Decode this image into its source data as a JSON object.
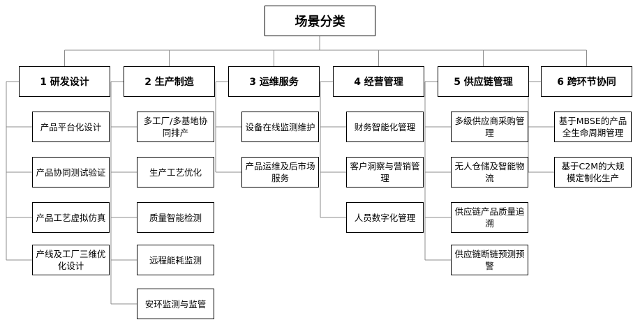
{
  "root": "场景分类",
  "categories": [
    {
      "title": "1 研发设计",
      "items": [
        "产品平台化设计",
        "产品协同测试验证",
        "产品工艺虚拟仿真",
        "产线及工厂三维优化设计"
      ]
    },
    {
      "title": "2 生产制造",
      "items": [
        "多工厂/多基地协同排产",
        "生产工艺优化",
        "质量智能检测",
        "远程能耗监测",
        "安环监测与监管"
      ]
    },
    {
      "title": "3 运维服务",
      "items": [
        "设备在线监测维护",
        "产品运维及后市场服务"
      ]
    },
    {
      "title": "4 经营管理",
      "items": [
        "财务智能化管理",
        "客户洞察与营销管理",
        "人员数字化管理"
      ]
    },
    {
      "title": "5 供应链管理",
      "items": [
        "多级供应商采购管理",
        "无人仓储及智能物流",
        "供应链产品质量追溯",
        "供应链断链预测预警"
      ]
    },
    {
      "title": "6 跨环节协同",
      "items": [
        "基于MBSE的产品全生命周期管理",
        "基于C2M的大规模定制化生产"
      ]
    }
  ]
}
